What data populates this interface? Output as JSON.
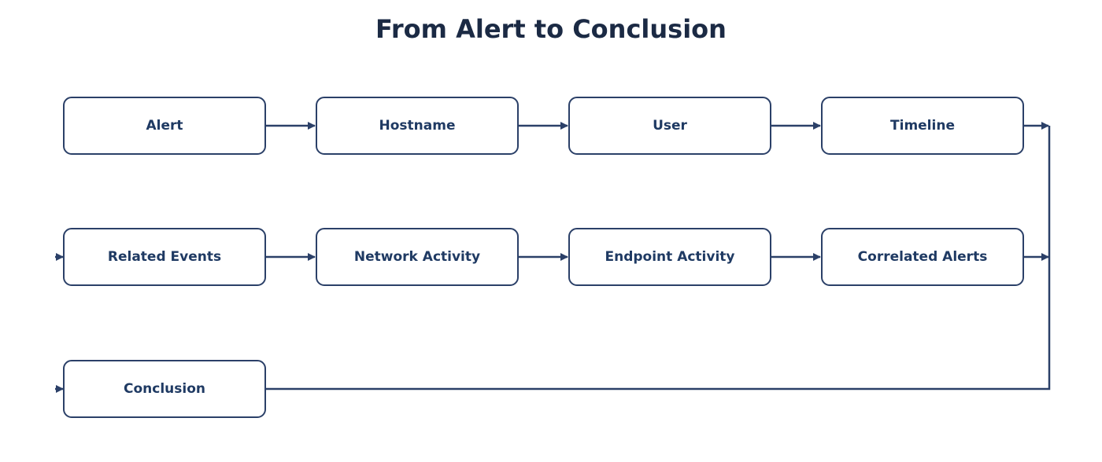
{
  "title": "From Alert to Conclusion",
  "colors": {
    "box_stroke": "#2b4068",
    "label": "#1f3a63",
    "title": "#1b2a44",
    "arrow": "#2b4068"
  },
  "steps": [
    {
      "label": "Alert"
    },
    {
      "label": "Hostname"
    },
    {
      "label": "User"
    },
    {
      "label": "Timeline"
    },
    {
      "label": "Related Events"
    },
    {
      "label": "Network Activity"
    },
    {
      "label": "Endpoint Activity"
    },
    {
      "label": "Correlated Alerts"
    },
    {
      "label": "Conclusion"
    }
  ]
}
